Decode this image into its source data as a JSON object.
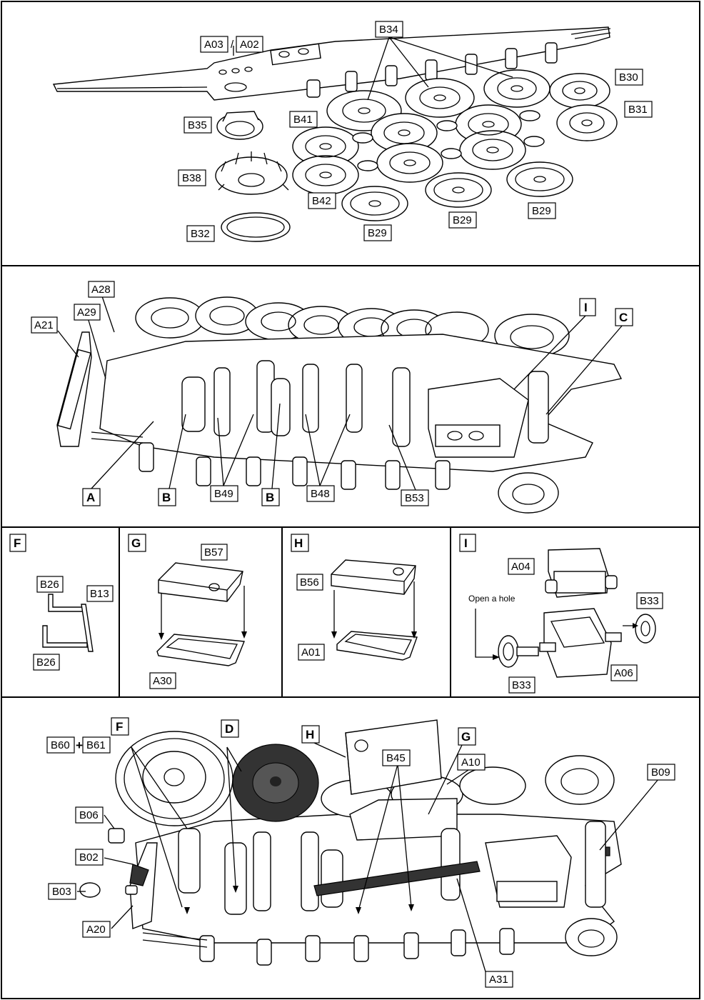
{
  "steps": [
    {
      "id": "step1",
      "labels": [
        "A03",
        "A02",
        "B34",
        "B30",
        "B31",
        "B35",
        "B41",
        "B38",
        "B42",
        "B29",
        "B29",
        "B29",
        "B32"
      ],
      "separator": "/"
    },
    {
      "id": "step2",
      "labels": [
        "A28",
        "A29",
        "A21",
        "I",
        "C",
        "A",
        "B",
        "B49",
        "B",
        "B48",
        "B53"
      ]
    },
    {
      "id": "stepF",
      "letter": "F",
      "labels": [
        "B26",
        "B13",
        "B26"
      ]
    },
    {
      "id": "stepG",
      "letter": "G",
      "labels": [
        "B57",
        "A30"
      ]
    },
    {
      "id": "stepH",
      "letter": "H",
      "labels": [
        "B56",
        "A01"
      ]
    },
    {
      "id": "stepI",
      "letter": "I",
      "labels": [
        "A04",
        "B33",
        "A06",
        "B33"
      ],
      "note": "Open a hole"
    },
    {
      "id": "step3",
      "labels": [
        "B60",
        "B61",
        "F",
        "D",
        "H",
        "G",
        "B45",
        "A10",
        "B09",
        "B06",
        "B02",
        "B03",
        "A20",
        "A31"
      ],
      "plus": "+"
    }
  ],
  "colors": {
    "line": "#000000",
    "background": "#ffffff",
    "dark_part": "#333333"
  }
}
